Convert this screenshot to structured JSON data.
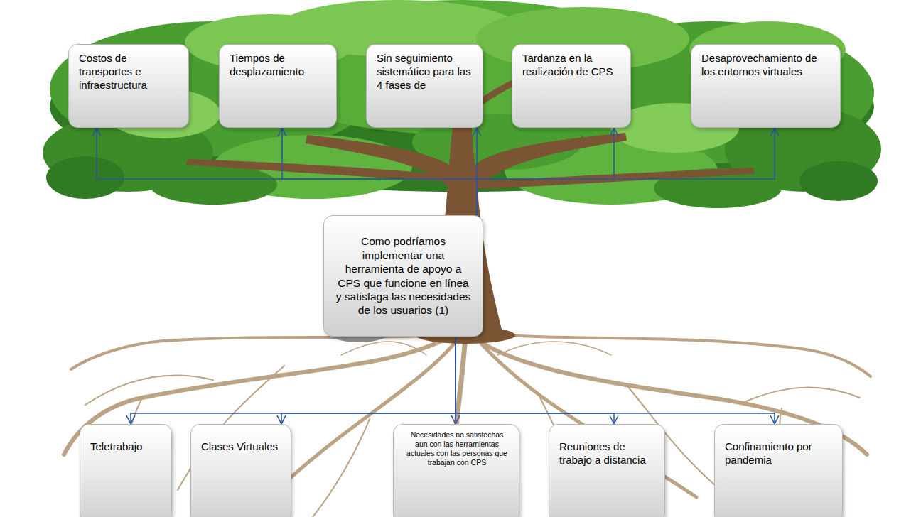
{
  "diagram": {
    "nodes": [
      {
        "text": [
          "Costos de transportes e infraestructura"
        ]
      },
      {
        "text": [
          "Tiempos de desplazamiento"
        ]
      },
      {
        "text": [
          "Sin seguimiento sistemático para las 4 fases de"
        ]
      },
      {
        "text": [
          "Tardanza en la realización de CPS"
        ]
      },
      {
        "text": [
          "Desaprovechamiento de los entornos virtuales"
        ]
      },
      {
        "text": [
          "Como podríamos implementar una herramienta de apoyo a CPS que funcione en línea y satisfaga las necesidades de los usuarios (1)"
        ]
      },
      {
        "text": [
          "Teletrabajo"
        ]
      },
      {
        "text": [
          "Clases Virtuales"
        ]
      },
      {
        "text": [
          "Necesidades no satisfechas aun con las herramientas actuales con las personas que trabajan con CPS"
        ]
      },
      {
        "text": [
          "Reuniones de trabajo a distancia"
        ]
      },
      {
        "text": [
          "Confinamiento por pandemia"
        ]
      }
    ],
    "edges": [
      {
        "from": 5,
        "to": 0,
        "arrow": "to"
      },
      {
        "from": 5,
        "to": 1,
        "arrow": "to"
      },
      {
        "from": 5,
        "to": 2,
        "arrow": "to"
      },
      {
        "from": 5,
        "to": 3,
        "arrow": "to"
      },
      {
        "from": 5,
        "to": 4,
        "arrow": "to"
      },
      {
        "from": 5,
        "to": 6,
        "arrow": "to"
      },
      {
        "from": 5,
        "to": 7,
        "arrow": "to"
      },
      {
        "from": 5,
        "to": 8,
        "arrow": "to"
      },
      {
        "from": 5,
        "to": 9,
        "arrow": "to"
      },
      {
        "from": 5,
        "to": 10,
        "arrow": "to"
      }
    ]
  }
}
